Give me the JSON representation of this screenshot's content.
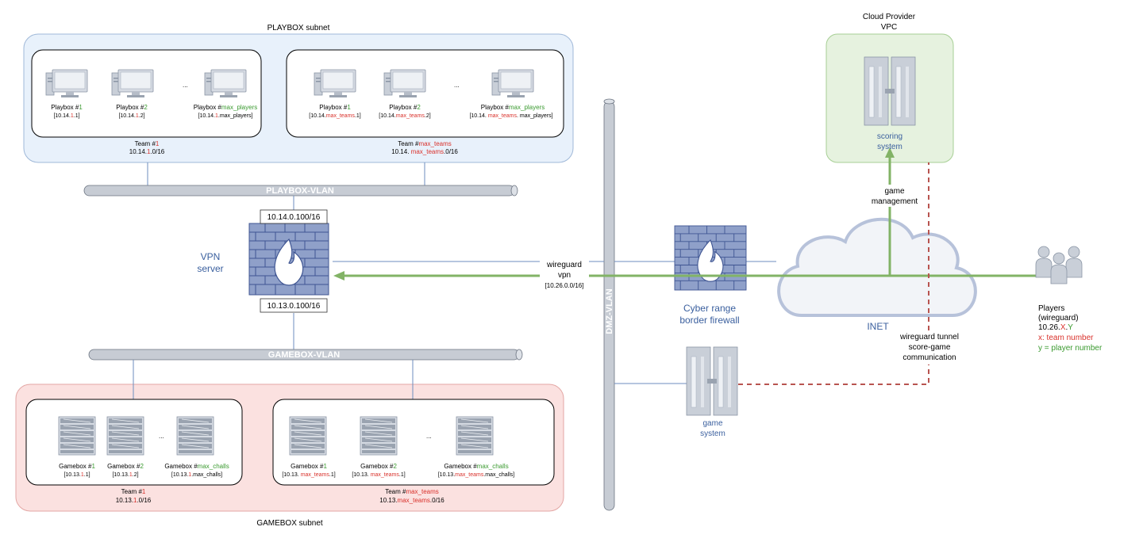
{
  "subnets": {
    "playbox": "PLAYBOX subnet",
    "gamebox": "GAMEBOX subnet",
    "cloud_line1": "Cloud Provider",
    "cloud_line2": "VPC"
  },
  "vlans": {
    "playbox": "PLAYBOX-VLAN",
    "gamebox": "GAMEBOX-VLAN",
    "dmz": "DMZ-VLAN"
  },
  "playbox_team1": {
    "hosts": [
      {
        "name": "Playbox #",
        "num": "1",
        "ip_prefix": "[10.14.",
        "ip_mid": "1",
        "ip_suffix": ".1]"
      },
      {
        "name": "Playbox #",
        "num": "2",
        "ip_prefix": "[10.14.",
        "ip_mid": "1",
        "ip_suffix": ".2]"
      },
      {
        "name": "Playbox #",
        "num": "max_players",
        "ip_prefix": "[10.14.",
        "ip_mid": "1",
        "ip_suffix": ".max_players]"
      }
    ],
    "team_prefix": "Team #",
    "team_num": "1",
    "net_prefix": "10.14.",
    "net_mid": "1",
    "net_suffix": ".0/16"
  },
  "playbox_teamN": {
    "hosts": [
      {
        "name": "Playbox #",
        "num": "1",
        "ip_prefix": "[10.14.",
        "ip_mid": "max_teams",
        "ip_suffix": ".1]"
      },
      {
        "name": "Playbox #",
        "num": "2",
        "ip_prefix": "[10.14.",
        "ip_mid": "max_teams",
        "ip_suffix": ".2]"
      },
      {
        "name": "Playbox #",
        "num": "max_players",
        "ip_prefix": "[10.14. ",
        "ip_mid": "max_teams",
        "ip_suffix": ". max_players]"
      }
    ],
    "team_prefix": "Team #",
    "team_num": "max_teams",
    "net_prefix": "10.14. ",
    "net_mid": "max_teams",
    "net_suffix": ".0/16"
  },
  "gamebox_team1": {
    "hosts": [
      {
        "name": "Gamebox #",
        "num": "1",
        "ip_prefix": "[10.13.",
        "ip_mid": "1",
        "ip_suffix": ".1]"
      },
      {
        "name": "Gamebox #",
        "num": "2",
        "ip_prefix": "[10.13.",
        "ip_mid": "1",
        "ip_suffix": ".2]"
      },
      {
        "name": "Gamebox #",
        "num": "max_challs",
        "ip_prefix": "[10.13.",
        "ip_mid": "1",
        "ip_suffix": ".max_challs]"
      }
    ],
    "team_prefix": "Team #",
    "team_num": "1",
    "net_prefix": "10.13.",
    "net_mid": "1",
    "net_suffix": ".0/16"
  },
  "gamebox_teamN": {
    "hosts": [
      {
        "name": "Gamebox #",
        "num": "1",
        "ip_prefix": "[10.13. ",
        "ip_mid": "max_teams",
        "ip_suffix": ".1]"
      },
      {
        "name": "Gamebox #",
        "num": "2",
        "ip_prefix": "[10.13. ",
        "ip_mid": "max_teams",
        "ip_suffix": ".1]"
      },
      {
        "name": "Gamebox #",
        "num": "max_challs",
        "ip_prefix": "[10.13.",
        "ip_mid": "max_teams",
        "ip_suffix": ".max_challs]"
      }
    ],
    "team_prefix": "Team #",
    "team_num": "max_teams",
    "net_prefix": "10.13.",
    "net_mid": "max_teams",
    "net_suffix": ".0/16"
  },
  "ellipsis": "...",
  "vpn": {
    "label_line1": "VPN",
    "label_line2": "server",
    "ip_top": "10.14.0.100/16",
    "ip_bottom": "10.13.0.100/16"
  },
  "wireguard": {
    "line1": "wireguard",
    "line2": "vpn",
    "line3": "[10.26.0.0/16]"
  },
  "border_firewall": {
    "line1": "Cyber range",
    "line2": "border firewall"
  },
  "inet": "INET",
  "scoring": {
    "line1": "scoring",
    "line2": "system"
  },
  "game_system": {
    "line1": "game",
    "line2": "system"
  },
  "game_management": {
    "line1": "game",
    "line2": "management"
  },
  "tunnel": {
    "line1": "wireguard tunnel",
    "line2": "score-game",
    "line3": "communication"
  },
  "players": {
    "line1": "Players",
    "line2": "(wireguard)",
    "ip_prefix": "10.26.",
    "ip_x": "X",
    "ip_dot": ".",
    "ip_y": "Y",
    "legend_x": "x: team number",
    "legend_y": "y = player number"
  },
  "colors": {
    "playbox_bg": "#e8f1fb",
    "gamebox_bg": "#fbe1e0",
    "cloud_bg": "#e6f2df",
    "accent_blue": "#3a5f9e",
    "highlight_red": "#d9312b",
    "highlight_green": "#3a9a2f",
    "link_green": "#82b366",
    "tunnel_red": "#b85450"
  }
}
